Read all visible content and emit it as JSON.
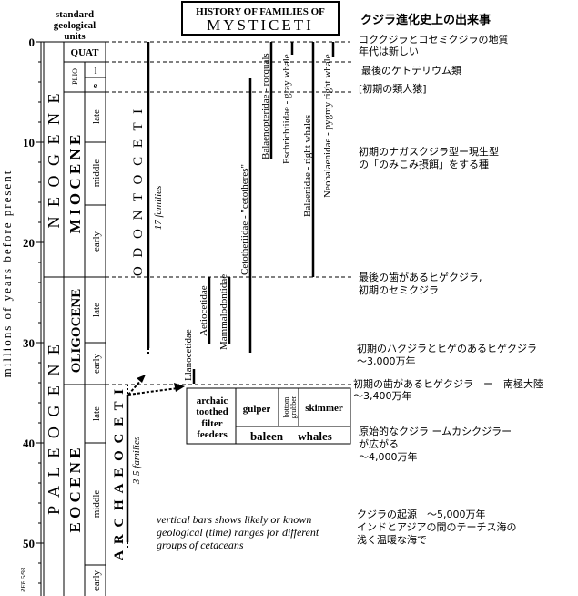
{
  "title": {
    "line1": "HISTORY OF FAMILIES OF",
    "line2": "MYSTICETI"
  },
  "units_header": [
    "standard",
    "geological",
    "units"
  ],
  "y_axis": {
    "label": "millions of years before present",
    "ticks": [
      "0",
      "10",
      "20",
      "30",
      "40",
      "50"
    ]
  },
  "periods": {
    "neogene": "N E O G E N E",
    "paleogene": "P A L E O G E N E"
  },
  "epochs": {
    "quat": "QUAT",
    "plio": "PLIO",
    "miocene": "M I O C E N E",
    "oligocene": "OLIGOCENE",
    "eocene": "E O C E N E"
  },
  "subdivisions": {
    "plio_l": "l",
    "plio_e": "e",
    "mio_late": "late",
    "mio_middle": "middle",
    "mio_early": "early",
    "oli_late": "late",
    "oli_early": "early",
    "eo_late": "late",
    "eo_middle": "middle",
    "eo_early": "early"
  },
  "groups": {
    "odontoceti": "O D O N T O C E T I",
    "odontoceti_count": "17 families",
    "archaeoceti": "A R C H A E O C E T I",
    "archaeoceti_count": "3-5 families"
  },
  "families": {
    "balaenopteridae": "Balaenopteridae - rorquals",
    "eschrichtiidae": "Eschrichtiidae - gray whale",
    "balaenidae": "Balaenidae - right whales",
    "neobalaenidae": "Neobalaenidae - pygmy right whale",
    "cetotheriidae": "Cetotheriidae - \"cetotheres\"",
    "aetiocetidae": "Aetiocetidae",
    "mammalodontidae": "Mammalodontidae",
    "llanocetidae": "Llanocetidae"
  },
  "feeding_box": {
    "archaic": [
      "archaic",
      "toothed",
      "filter",
      "feeders"
    ],
    "gulper": "gulper",
    "bottom": [
      "bottom",
      "grubber"
    ],
    "skimmer": "skimmer",
    "baleen": "baleen",
    "whales": "whales"
  },
  "note": [
    "vertical bars shows likely or known",
    "geological (time) ranges for different",
    "groups of cetaceans"
  ],
  "ref": "REF 5/98",
  "events": {
    "title": "クジラ進化史上の出来事",
    "e1": [
      "コククジラとコセミクジラの地質",
      "年代は新しい"
    ],
    "e2": "最後のケトテリウム類",
    "e3": "[初期の類人猿]",
    "e4": [
      "初期のナガスクジラ型ー現生型",
      "の「のみこみ摂餌」をする種"
    ],
    "e5": [
      "最後の歯があるヒゲクジラ,",
      "初期のセミクジラ"
    ],
    "e6": [
      "初期のハクジラとヒゲのあるヒゲクジラ",
      "〜3,000万年"
    ],
    "e7": [
      "初期の歯があるヒゲクジラ　ー　南極大陸",
      "〜3,400万年"
    ],
    "e8": [
      "原始的なクジラ ームカシクジラー",
      "が広がる",
      "〜4,000万年"
    ],
    "e9": [
      "クジラの起源　〜5,000万年",
      "インドとアジアの間のテーチス海の",
      "浅く温暖な海で"
    ]
  }
}
